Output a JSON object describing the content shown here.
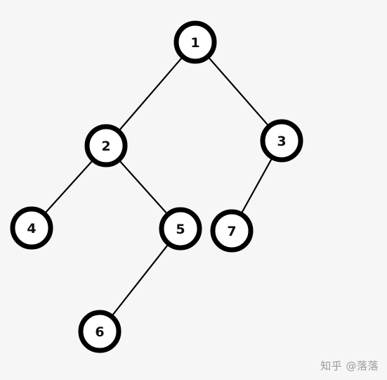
{
  "tree": {
    "nodes": [
      {
        "id": "1",
        "label": "1"
      },
      {
        "id": "2",
        "label": "2"
      },
      {
        "id": "3",
        "label": "3"
      },
      {
        "id": "4",
        "label": "4"
      },
      {
        "id": "5",
        "label": "5"
      },
      {
        "id": "6",
        "label": "6"
      },
      {
        "id": "7",
        "label": "7"
      }
    ],
    "edges": [
      [
        "1",
        "2"
      ],
      [
        "1",
        "3"
      ],
      [
        "2",
        "4"
      ],
      [
        "2",
        "5"
      ],
      [
        "5",
        "6"
      ],
      [
        "3",
        "7"
      ]
    ]
  },
  "watermark": "知乎 @落落"
}
